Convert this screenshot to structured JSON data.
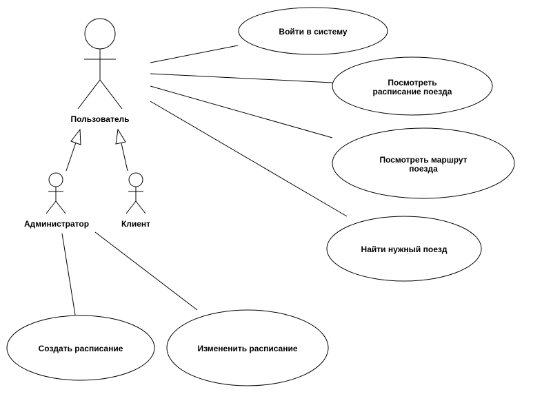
{
  "actors": {
    "user": "Пользователь",
    "admin": "Администратор",
    "client": "Клиент"
  },
  "use_cases": {
    "login": [
      "Войти в систему"
    ],
    "view_schedule": [
      "Посмотреть",
      "расписание поезда"
    ],
    "view_route": [
      "Посмотреть маршрут",
      "поезда"
    ],
    "find_train": [
      "Найти нужный поезд"
    ],
    "create_schedule": [
      "Создать расписание"
    ],
    "change_schedule": [
      "Измененить расписание"
    ]
  }
}
